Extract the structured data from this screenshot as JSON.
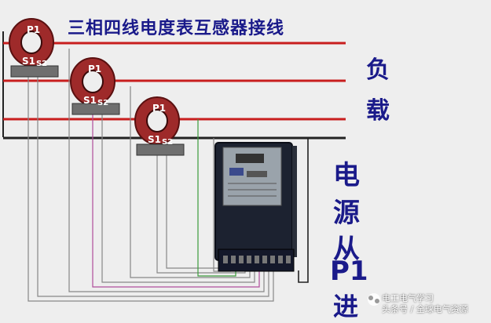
{
  "title": "三相四线电度表互感器接线",
  "load_label": [
    "负",
    "载"
  ],
  "source_label": [
    "电",
    "源",
    "从",
    "P1",
    "进"
  ],
  "ct_terminals": {
    "p1": "P1",
    "s1": "S1",
    "s2": "S2"
  },
  "watermark": {
    "name": "电工电气学习",
    "handle": "头条号 / 全球电气资源"
  },
  "colors": {
    "phase_line": "#c81e1e",
    "neutral_line": "#1a1a1a",
    "ct_body": "#9e2a2a",
    "meter_body": "#1c2230",
    "text": "#1a1a8a"
  }
}
